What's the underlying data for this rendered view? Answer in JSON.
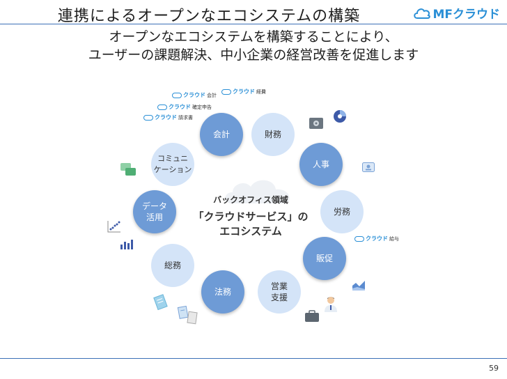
{
  "title": "連携によるオープンなエコシステムの構築",
  "logo": {
    "text": "MFクラウド"
  },
  "subtitle": {
    "line1": "オープンなエコシステムを構築することにより、",
    "line2": "ユーザーの課題解決、中小企業の経営改善を促進します"
  },
  "center": {
    "line1": "バックオフィス領域",
    "line2": "「クラウドサービス」の",
    "line3": "エコシステム"
  },
  "circles": {
    "kaikei": "会計",
    "zaimu": "財務",
    "jinji": "人事",
    "roumu": "労務",
    "hansoku": "販促",
    "eigyo": "営業\n支援",
    "houmu": "法務",
    "soumu": "総務",
    "data": "データ\n活用",
    "comm": "コミュニ\nケーション"
  },
  "products": {
    "kaikei": {
      "brand": "クラウド",
      "name": "会計"
    },
    "keihi": {
      "brand": "クラウド",
      "name": "経費"
    },
    "kakutei": {
      "brand": "クラウド",
      "name": "確定申告"
    },
    "seikyu": {
      "brand": "クラウド",
      "name": "請求書"
    },
    "kyuyo": {
      "brand": "クラウド",
      "name": "給与"
    }
  },
  "icons": [
    "safe-icon",
    "pie-chart-icon",
    "id-card-icon",
    "chat-bubbles-icon",
    "scatter-chart-icon",
    "bar-chart-icon",
    "area-chart-icon",
    "person-icon",
    "briefcase-icon",
    "documents-icon"
  ],
  "colors": {
    "dark_circle": "#6e9bd6",
    "light_circle": "#d4e4f8",
    "accent": "#2a8fd6"
  },
  "page_number": "59"
}
